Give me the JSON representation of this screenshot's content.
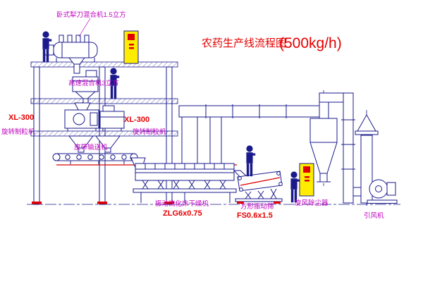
{
  "title": {
    "name": "农药生产线流程图",
    "capacity": "(500kg/h)"
  },
  "equipment_labels": {
    "horizontal_mixer": "卧式犁刀混合机1.5立方",
    "high_speed_mixer": "高速混合机3立方",
    "granulator_left_model": "XL-300",
    "granulator_left_name": "旋转制粒机",
    "granulator_center_model": "XL-300",
    "granulator_center_name": "旋转制粒机",
    "belt_conveyor": "皮带输送机",
    "fluid_bed_dryer": "振动流化床干燥机",
    "fluid_bed_dryer_model": "ZLG6x0.75",
    "square_vibrating_sieve": "方形振动筛",
    "square_vibrating_sieve_model": "FS0.6x1.5",
    "cyclone_dust_collector": "旋风除尘器",
    "induced_draft_fan": "引风机"
  },
  "colors": {
    "drawing_line": "#1a1a8c",
    "label_magenta": "#c000c0",
    "label_red": "#e60000",
    "cabinet_yellow": "#ffec00",
    "accent_red": "#dd0000"
  }
}
